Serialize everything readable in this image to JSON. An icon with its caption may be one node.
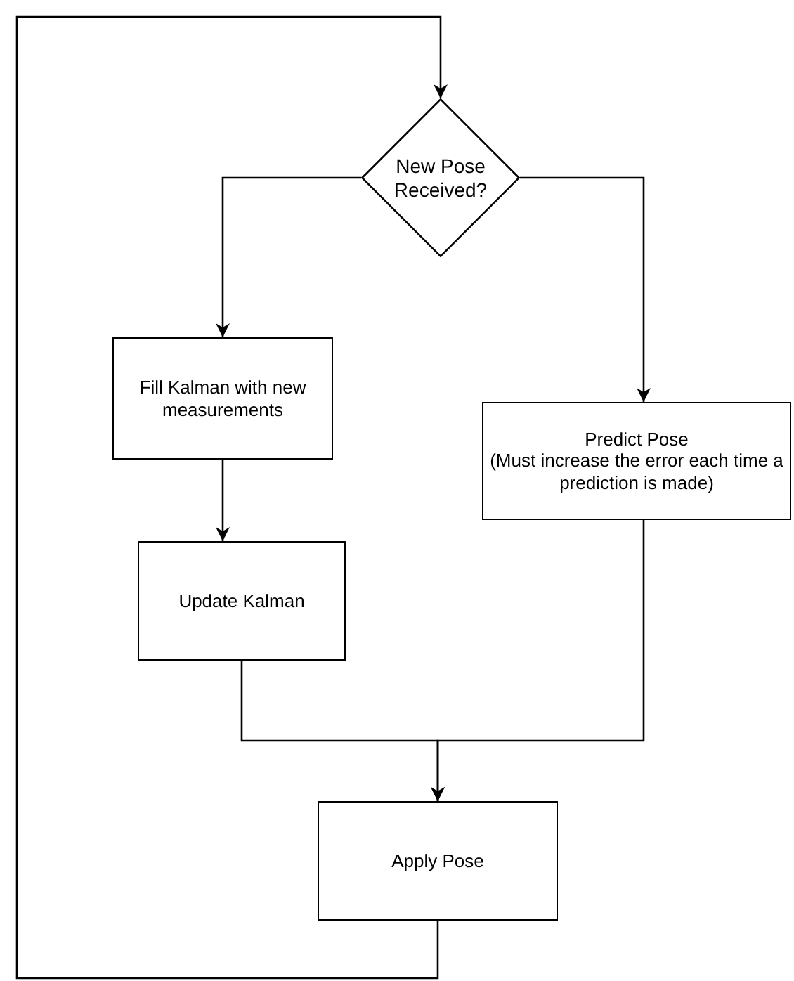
{
  "diagram": {
    "nodes": [
      {
        "text": [
          "New Pose Received?"
        ]
      },
      {
        "text": [
          "Fill Kalman with new measurements"
        ]
      },
      {
        "text": [
          "Predict Pose",
          "(Must increase the error each time a prediction is made)"
        ]
      },
      {
        "text": [
          "Update Kalman"
        ]
      },
      {
        "text": [
          "Apply Pose"
        ]
      }
    ],
    "edges": [
      {
        "from": 0,
        "to": 1,
        "arrow": "to"
      },
      {
        "from": 0,
        "to": 2,
        "arrow": "to"
      },
      {
        "from": 1,
        "to": 3,
        "arrow": "to"
      },
      {
        "from": 3,
        "to": 4,
        "arrow": "to"
      },
      {
        "from": 2,
        "to": 4,
        "arrow": "to"
      },
      {
        "from": 4,
        "to": 0,
        "arrow": "to"
      }
    ]
  }
}
